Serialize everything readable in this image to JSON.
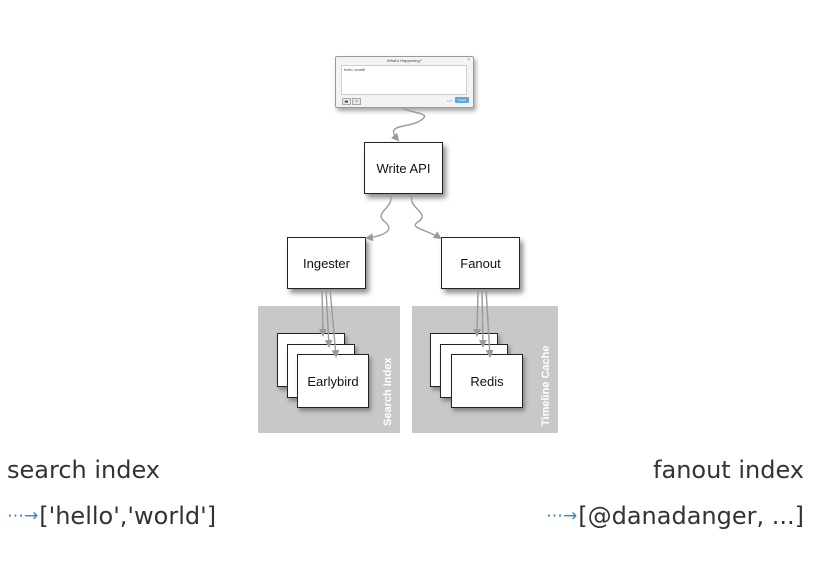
{
  "tweet_dialog": {
    "title": "What's Happening?",
    "close": "×",
    "text": "hello, world!",
    "camera_label": "📷",
    "location_label": "⊙",
    "char_count": "127",
    "tweet_button": "Tweet"
  },
  "nodes": {
    "write_api": "Write API",
    "ingester": "Ingester",
    "fanout": "Fanout",
    "earlybird": "Earlybird",
    "redis": "Redis"
  },
  "clusters": {
    "search": "Search Index",
    "timeline": "Timeline Cache"
  },
  "captions": {
    "search_title": "search index",
    "search_terms": "['hello','world']",
    "fanout_title": "fanout index",
    "fanout_terms": "[@danadanger, ...]",
    "arrow": "⋯→"
  },
  "colors": {
    "panel": "#c8c8c8",
    "arrow_line": "#9a9a9a",
    "caption_arrow": "#3a86c8",
    "tweet_button": "#5aa8dc"
  }
}
